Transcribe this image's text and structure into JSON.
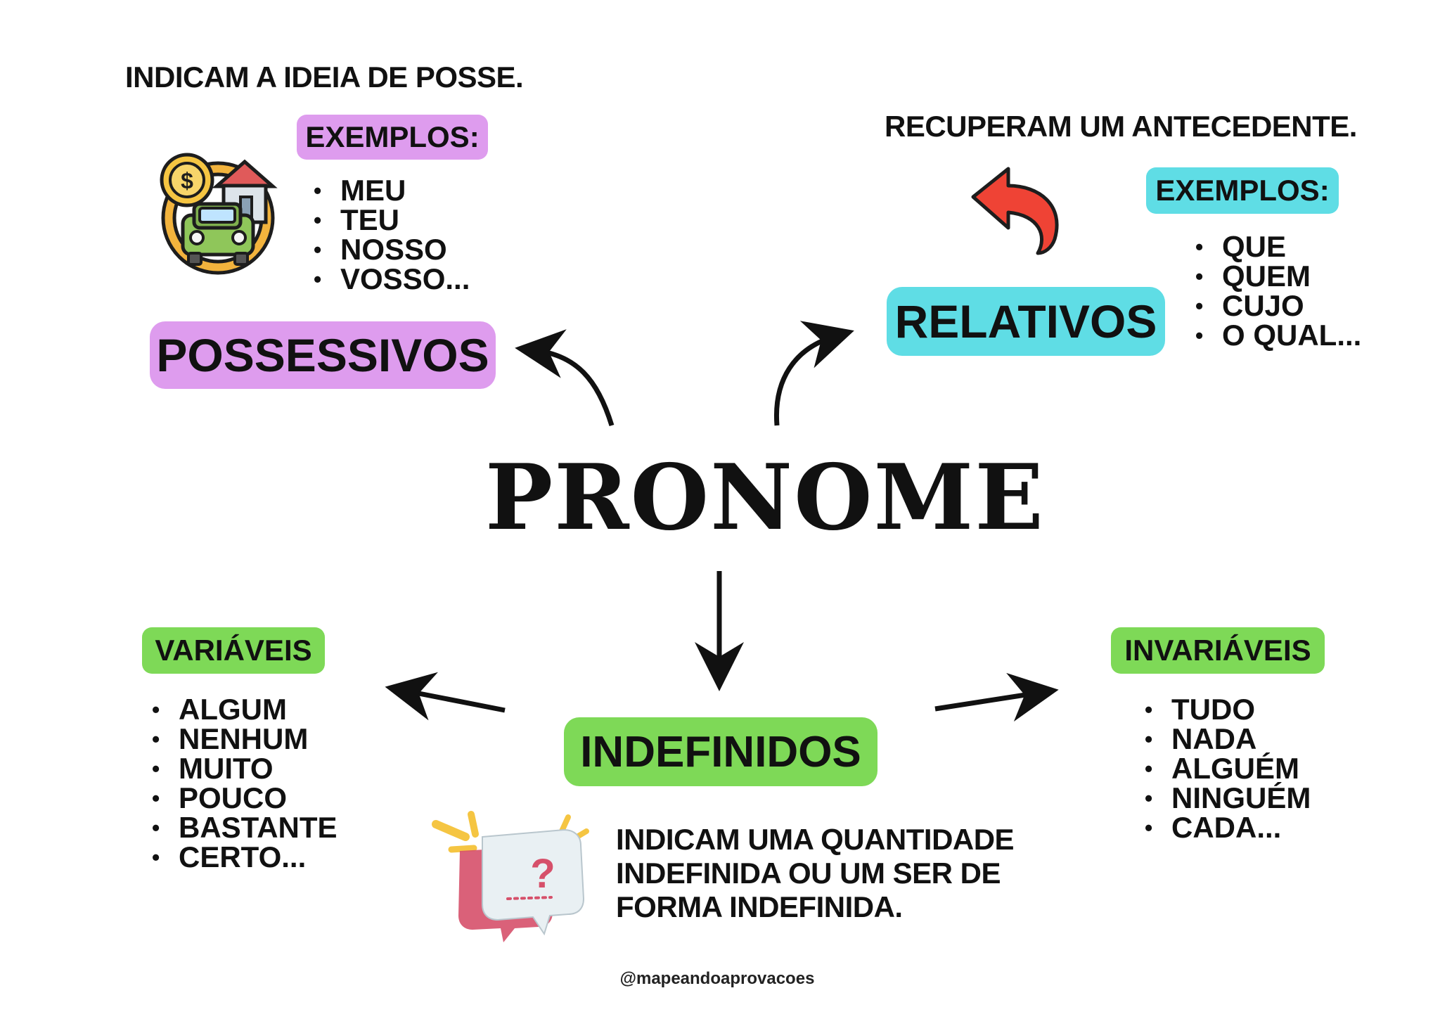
{
  "title": "PRONOME",
  "possessivos": {
    "label": "POSSESSIVOS",
    "description": "INDICAM A IDEIA DE POSSE.",
    "examples_tag": "EXEMPLOS:",
    "examples": [
      "MEU",
      "TEU",
      "NOSSO",
      "VOSSO..."
    ],
    "color": "#de9cee",
    "icon": "money-house-car-icon"
  },
  "relativos": {
    "label": "RELATIVOS",
    "description": "RECUPERAM UM ANTECEDENTE.",
    "examples_tag": "EXEMPLOS:",
    "examples": [
      "QUE",
      "QUEM",
      "CUJO",
      "O QUAL..."
    ],
    "color": "#5fdde5",
    "icon": "curved-back-arrow-icon"
  },
  "indefinidos": {
    "label": "INDEFINIDOS",
    "description": [
      "INDICAM UMA QUANTIDADE",
      "INDEFINIDA OU UM SER DE",
      "FORMA INDEFINIDA."
    ],
    "color": "#7ed957",
    "icon": "question-speech-bubble-icon",
    "variaveis": {
      "label": "VARIÁVEIS",
      "items": [
        "ALGUM",
        "NENHUM",
        "MUITO",
        "POUCO",
        "BASTANTE",
        "CERTO..."
      ]
    },
    "invariaveis": {
      "label": "INVARIÁVEIS",
      "items": [
        "TUDO",
        "NADA",
        "ALGUÉM",
        "NINGUÉM",
        "CADA..."
      ]
    }
  },
  "credit": "@mapeandoaprovacoes"
}
